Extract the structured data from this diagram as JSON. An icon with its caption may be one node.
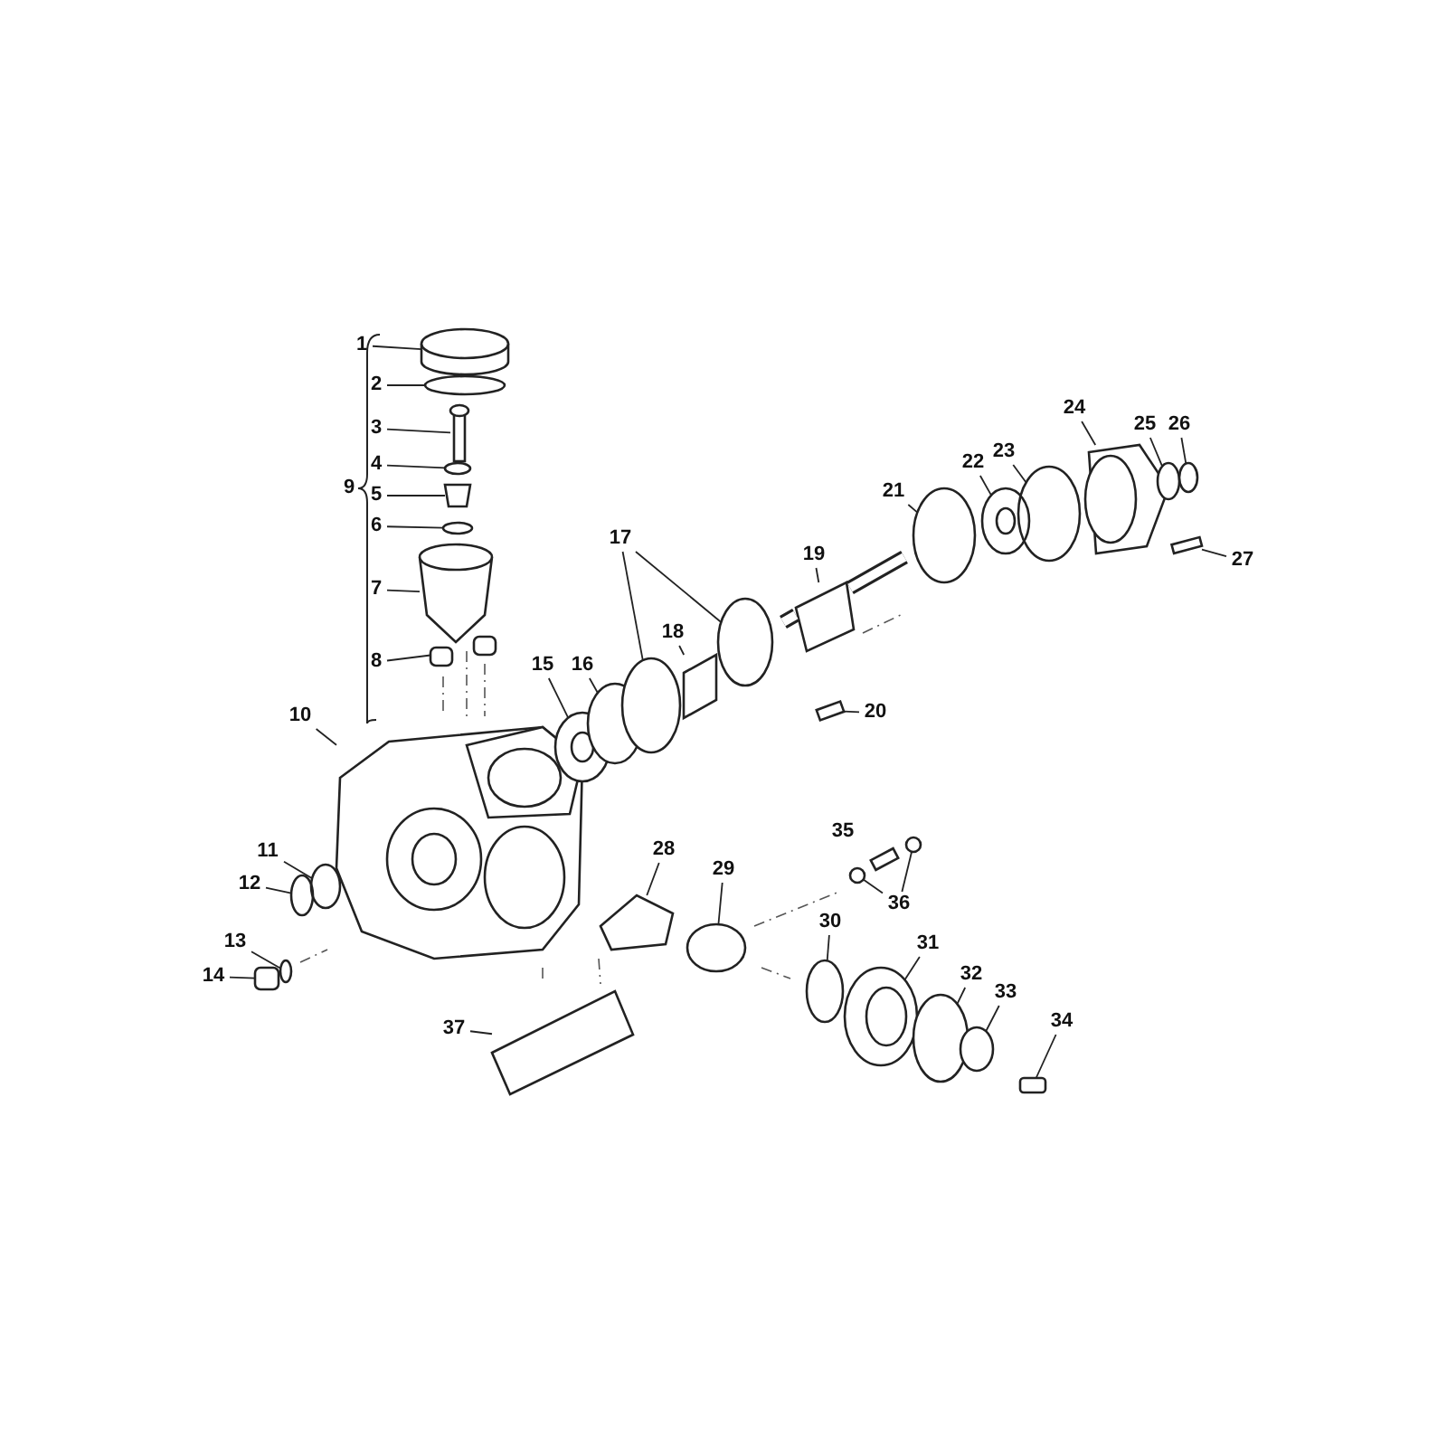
{
  "diagram": {
    "nodes": [
      {
        "text": [
          "1"
        ]
      },
      {
        "text": [
          "2"
        ]
      },
      {
        "text": [
          "3"
        ]
      },
      {
        "text": [
          "4"
        ]
      },
      {
        "text": [
          "5"
        ]
      },
      {
        "text": [
          "6"
        ]
      },
      {
        "text": [
          "7"
        ]
      },
      {
        "text": [
          "8"
        ]
      },
      {
        "text": [
          "10"
        ]
      },
      {
        "text": [
          "11"
        ]
      },
      {
        "text": [
          "12"
        ]
      },
      {
        "text": [
          "13"
        ]
      },
      {
        "text": [
          "14"
        ]
      },
      {
        "text": [
          "15"
        ]
      },
      {
        "text": [
          "16"
        ]
      },
      {
        "text": [
          "17"
        ]
      },
      {
        "text": [
          "18"
        ]
      },
      {
        "text": [
          "19"
        ]
      },
      {
        "text": [
          "20"
        ]
      },
      {
        "text": [
          "21"
        ]
      },
      {
        "text": [
          "22"
        ]
      },
      {
        "text": [
          "23"
        ]
      },
      {
        "text": [
          "24"
        ]
      },
      {
        "text": [
          "25"
        ]
      },
      {
        "text": [
          "26"
        ]
      },
      {
        "text": [
          "27"
        ]
      },
      {
        "text": [
          "28"
        ]
      },
      {
        "text": [
          "29"
        ]
      },
      {
        "text": [
          "30"
        ]
      },
      {
        "text": [
          "31"
        ]
      },
      {
        "text": [
          "32"
        ]
      },
      {
        "text": [
          "33"
        ]
      },
      {
        "text": [
          "34"
        ]
      },
      {
        "text": [
          "36"
        ]
      },
      {
        "text": [
          "37"
        ]
      },
      {
        "text": [],
        "shape": "cylinder"
      },
      {
        "text": [],
        "shape": "circle"
      },
      {
        "text": [],
        "shape": "box"
      },
      {
        "text": [],
        "shape": "circle"
      },
      {
        "text": [],
        "shape": "box"
      },
      {
        "text": [],
        "shape": "circle"
      },
      {
        "text": [],
        "shape": "picture"
      },
      {
        "text": [],
        "shape": "box"
      },
      {
        "text": [],
        "shape": "picture"
      },
      {
        "text": [],
        "shape": "circle"
      },
      {
        "text": [],
        "shape": "circle"
      },
      {
        "text": [],
        "shape": "circle"
      },
      {
        "text": [],
        "shape": "box"
      },
      {
        "text": [],
        "shape": "circle"
      },
      {
        "text": [],
        "shape": "circle"
      },
      {
        "text": [],
        "shape": "circle"
      },
      {
        "text": [],
        "shape": "circle"
      },
      {
        "text": [],
        "shape": "box"
      },
      {
        "text": [],
        "shape": "box"
      },
      {
        "text": [],
        "shape": "box"
      },
      {
        "text": [],
        "shape": "circle"
      },
      {
        "text": [],
        "shape": "circle"
      },
      {
        "text": [],
        "shape": "circle"
      },
      {
        "text": [],
        "shape": "picture"
      },
      {
        "text": [],
        "shape": "circle"
      },
      {
        "text": [],
        "shape": "circle"
      },
      {
        "text": [],
        "shape": "box"
      },
      {
        "text": [],
        "shape": "box"
      },
      {
        "text": [],
        "shape": "circle"
      },
      {
        "text": [],
        "shape": "circle"
      },
      {
        "text": [],
        "shape": "circle"
      },
      {
        "text": [],
        "shape": "circle"
      },
      {
        "text": [],
        "shape": "circle"
      },
      {
        "text": [],
        "shape": "box"
      },
      {
        "text": [],
        "shape": "circle"
      },
      {
        "text": [],
        "shape": "circle"
      },
      {
        "text": [],
        "shape": "box"
      }
    ],
    "edges": [
      {
        "from": 0,
        "to": 35,
        "arrow": "none"
      },
      {
        "from": 1,
        "to": 36,
        "arrow": "none"
      },
      {
        "from": 2,
        "to": 37,
        "arrow": "none"
      },
      {
        "from": 3,
        "to": 38,
        "arrow": "none"
      },
      {
        "from": 4,
        "to": 39,
        "arrow": "none"
      },
      {
        "from": 5,
        "to": 40,
        "arrow": "none"
      },
      {
        "from": 6,
        "to": 41,
        "arrow": "none"
      },
      {
        "from": 7,
        "to": 42,
        "arrow": "none"
      },
      {
        "from": 8,
        "to": 43,
        "arrow": "none"
      },
      {
        "from": 9,
        "to": 44,
        "arrow": "none"
      },
      {
        "from": 10,
        "to": 45,
        "arrow": "none"
      },
      {
        "from": 11,
        "to": 46,
        "arrow": "none"
      },
      {
        "from": 12,
        "to": 47,
        "arrow": "none"
      },
      {
        "from": 13,
        "to": 48,
        "arrow": "none"
      },
      {
        "from": 14,
        "to": 49,
        "arrow": "none"
      },
      {
        "from": 15,
        "to": 50,
        "arrow": "none"
      },
      {
        "from": 15,
        "to": 51,
        "arrow": "none"
      },
      {
        "from": 16,
        "to": 52,
        "arrow": "none"
      },
      {
        "from": 17,
        "to": 53,
        "arrow": "none"
      },
      {
        "from": 18,
        "to": 54,
        "arrow": "none"
      },
      {
        "from": 19,
        "to": 55,
        "arrow": "none"
      },
      {
        "from": 20,
        "to": 56,
        "arrow": "none"
      },
      {
        "from": 21,
        "to": 57,
        "arrow": "none"
      },
      {
        "from": 22,
        "to": 58,
        "arrow": "none"
      },
      {
        "from": 23,
        "to": 59,
        "arrow": "none"
      },
      {
        "from": 24,
        "to": 60,
        "arrow": "none"
      },
      {
        "from": 25,
        "to": 61,
        "arrow": "none"
      },
      {
        "from": 26,
        "to": 62,
        "arrow": "none"
      },
      {
        "from": 27,
        "to": 63,
        "arrow": "none"
      },
      {
        "from": 28,
        "to": 64,
        "arrow": "none"
      },
      {
        "from": 29,
        "to": 65,
        "arrow": "none"
      },
      {
        "from": 30,
        "to": 66,
        "arrow": "none"
      },
      {
        "from": 31,
        "to": 67,
        "arrow": "none"
      },
      {
        "from": 32,
        "to": 68,
        "arrow": "none"
      },
      {
        "from": 33,
        "to": 69,
        "arrow": "none"
      },
      {
        "from": 33,
        "to": 70,
        "arrow": "none"
      },
      {
        "from": 34,
        "to": 71,
        "arrow": "none"
      }
    ],
    "labels": [
      "9",
      "35"
    ]
  }
}
